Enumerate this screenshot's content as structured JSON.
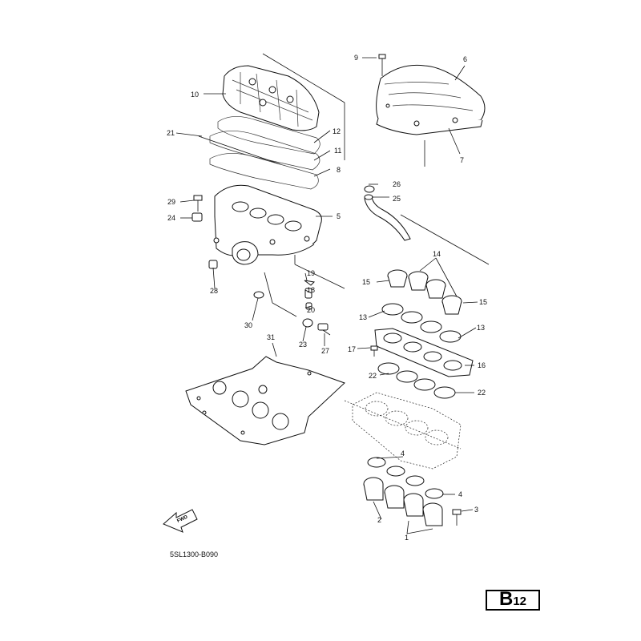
{
  "diagram_code": "5SL1300-B090",
  "page_badge": {
    "letter": "B",
    "number": "12"
  },
  "fwd_label": "FWD",
  "callouts": [
    {
      "id": "c1",
      "text": "1"
    },
    {
      "id": "c2",
      "text": "2"
    },
    {
      "id": "c3",
      "text": "3"
    },
    {
      "id": "c4a",
      "text": "4"
    },
    {
      "id": "c4b",
      "text": "4"
    },
    {
      "id": "c5",
      "text": "5"
    },
    {
      "id": "c6",
      "text": "6"
    },
    {
      "id": "c7",
      "text": "7"
    },
    {
      "id": "c8",
      "text": "8"
    },
    {
      "id": "c9",
      "text": "9"
    },
    {
      "id": "c10",
      "text": "10"
    },
    {
      "id": "c11",
      "text": "11"
    },
    {
      "id": "c12",
      "text": "12"
    },
    {
      "id": "c13a",
      "text": "13"
    },
    {
      "id": "c13b",
      "text": "13"
    },
    {
      "id": "c14",
      "text": "14"
    },
    {
      "id": "c15a",
      "text": "15"
    },
    {
      "id": "c15b",
      "text": "15"
    },
    {
      "id": "c16",
      "text": "16"
    },
    {
      "id": "c17",
      "text": "17"
    },
    {
      "id": "c18",
      "text": "18"
    },
    {
      "id": "c19",
      "text": "19"
    },
    {
      "id": "c20",
      "text": "20"
    },
    {
      "id": "c21",
      "text": "21"
    },
    {
      "id": "c22a",
      "text": "22"
    },
    {
      "id": "c22b",
      "text": "22"
    },
    {
      "id": "c23",
      "text": "23"
    },
    {
      "id": "c24",
      "text": "24"
    },
    {
      "id": "c25",
      "text": "25"
    },
    {
      "id": "c26",
      "text": "26"
    },
    {
      "id": "c27",
      "text": "27"
    },
    {
      "id": "c28",
      "text": "28"
    },
    {
      "id": "c29",
      "text": "29"
    },
    {
      "id": "c30",
      "text": "30"
    },
    {
      "id": "c31",
      "text": "31"
    }
  ]
}
